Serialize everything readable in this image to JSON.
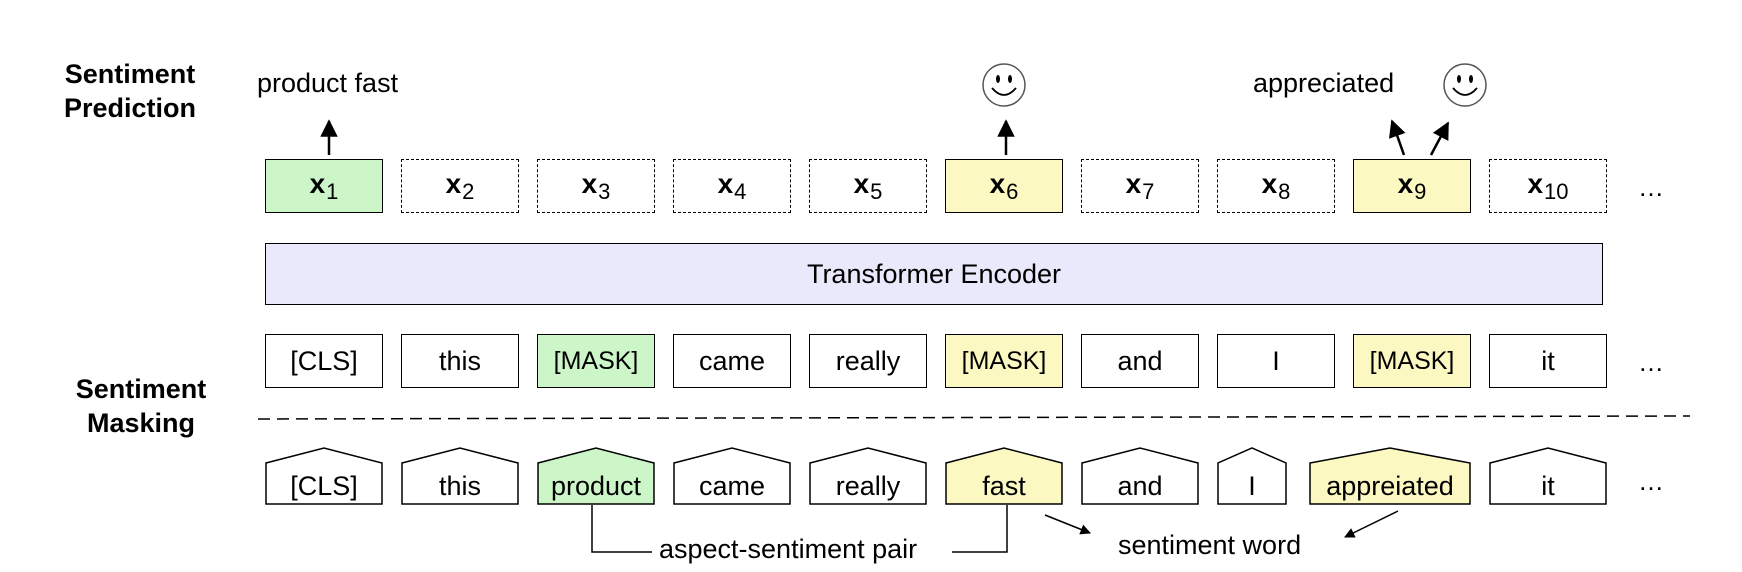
{
  "side_labels": {
    "prediction": [
      "Sentiment",
      "Prediction"
    ],
    "masking": [
      "Sentiment",
      "Masking"
    ]
  },
  "outputs": [
    {
      "var": "x",
      "sub": "1",
      "style": "green"
    },
    {
      "var": "x",
      "sub": "2",
      "style": "dashed"
    },
    {
      "var": "x",
      "sub": "3",
      "style": "dashed"
    },
    {
      "var": "x",
      "sub": "4",
      "style": "dashed"
    },
    {
      "var": "x",
      "sub": "5",
      "style": "dashed"
    },
    {
      "var": "x",
      "sub": "6",
      "style": "yellow"
    },
    {
      "var": "x",
      "sub": "7",
      "style": "dashed"
    },
    {
      "var": "x",
      "sub": "8",
      "style": "dashed"
    },
    {
      "var": "x",
      "sub": "9",
      "style": "yellow"
    },
    {
      "var": "x",
      "sub": "10",
      "style": "dashed"
    }
  ],
  "encoder_label": "Transformer Encoder",
  "masked_tokens": [
    "[CLS]",
    "this",
    "[MASK]",
    "came",
    "really",
    "[MASK]",
    "and",
    "I",
    "[MASK]",
    "it"
  ],
  "original_tokens": [
    "[CLS]",
    "this",
    "product",
    "came",
    "really",
    "fast",
    "and",
    "I",
    "appreiated",
    "it"
  ],
  "ellipsis": "…",
  "predictions": {
    "x1_text": "product fast",
    "x9_text": "appreciated"
  },
  "annotations": {
    "pair": "aspect-sentiment pair",
    "word": "sentiment word"
  },
  "icons": [
    "smiley-icon",
    "smiley-icon"
  ],
  "colors": {
    "aspect": "#ccf5c8",
    "sentiment": "#fbf8c2",
    "encoder": "#e9e9fb"
  }
}
